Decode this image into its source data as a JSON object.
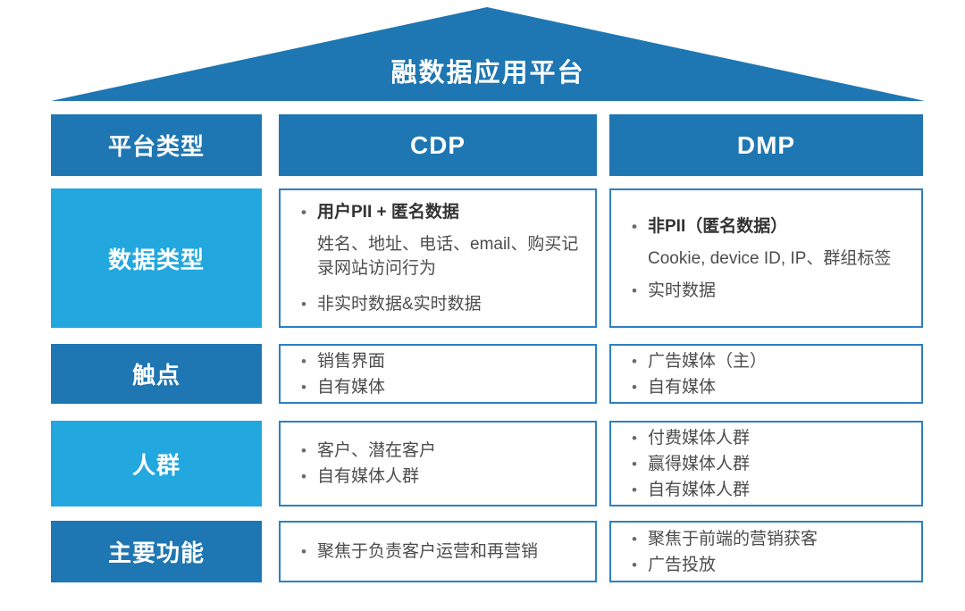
{
  "roof": {
    "title": "融数据应用平台"
  },
  "colors": {
    "dark_blue": "#1e76b2",
    "light_blue": "#22a7de",
    "border_blue": "#2e80bf",
    "cell_text": "#4d4d4d"
  },
  "header": {
    "platform_type": "平台类型",
    "cdp": "CDP",
    "dmp": "DMP"
  },
  "rows": [
    {
      "label": "数据类型",
      "cdp": {
        "lead": "用户PII + 匿名数据",
        "sub": "姓名、地址、电话、email、购买记录网站访问行为",
        "item2": "非实时数据&实时数据"
      },
      "dmp": {
        "lead": "非PII（匿名数据）",
        "sub": "Cookie, device ID, IP、群组标签",
        "item2": "实时数据"
      }
    },
    {
      "label": "触点",
      "cdp": [
        "销售界面",
        "自有媒体"
      ],
      "dmp": [
        "广告媒体（主）",
        "自有媒体"
      ]
    },
    {
      "label": "人群",
      "cdp": [
        "客户、潜在客户",
        "自有媒体人群"
      ],
      "dmp": [
        "付费媒体人群",
        "赢得媒体人群",
        "自有媒体人群"
      ]
    },
    {
      "label": "主要功能",
      "cdp": [
        "聚焦于负责客户运营和再营销"
      ],
      "dmp": [
        "聚焦于前端的营销获客",
        "广告投放"
      ]
    }
  ]
}
